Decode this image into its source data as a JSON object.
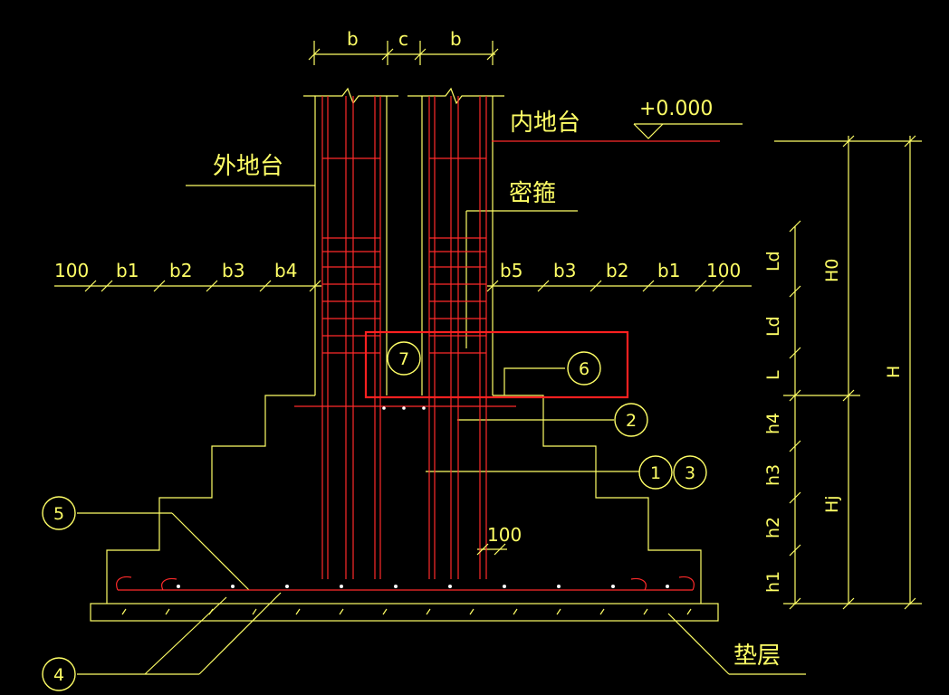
{
  "colors": {
    "background": "#000000",
    "yellow": "#ffff66",
    "red": "#ff2a2a",
    "highlight": "#ff2020",
    "white": "#ffffff"
  },
  "top_dims": {
    "b_left": "b",
    "c": "c",
    "b_right": "b"
  },
  "level": {
    "elevation": "+0.000",
    "inner_ground": "内地台",
    "outer_ground": "外地台",
    "stirrup_note": "密箍"
  },
  "left_steps": [
    "100",
    "b1",
    "b2",
    "b3",
    "b4"
  ],
  "right_steps": [
    "b5",
    "b3",
    "b2",
    "b1",
    "100"
  ],
  "right_dims": {
    "Ld1": "Ld",
    "Ld2": "Ld",
    "L": "L",
    "h4": "h4",
    "h3": "h3",
    "h2": "h2",
    "h1": "h1",
    "H0": "H0",
    "Hj": "Hj",
    "H": "H"
  },
  "small_dim": "100",
  "callouts": [
    "7",
    "6",
    "2",
    "1",
    "3",
    "5",
    "4"
  ],
  "cushion_label": "垫层"
}
